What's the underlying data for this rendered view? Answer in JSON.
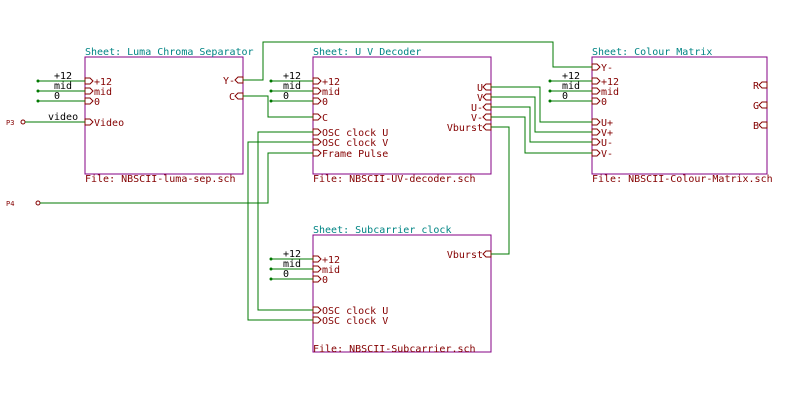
{
  "sheets": {
    "luma": {
      "title": "Sheet: Luma Chroma Separator",
      "file": "File: NBSCII-luma-sep.sch",
      "pin_plus12": "+12",
      "pin_mid": "mid",
      "pin_zero": "0",
      "pin_video": "Video",
      "pin_y": "Y-",
      "pin_c": "C"
    },
    "uv": {
      "title": "Sheet: U V Decoder",
      "file": "File: NBSCII-UV-decoder.sch",
      "pin_plus12": "+12",
      "pin_mid": "mid",
      "pin_zero": "0",
      "pin_c": "C",
      "pin_osc_u": "OSC clock U",
      "pin_osc_v": "OSC clock V",
      "pin_frame": "Frame Pulse",
      "pin_u": "U",
      "pin_v": "V",
      "pin_uneg": "U-",
      "pin_vneg": "V-",
      "pin_vburst": "Vburst"
    },
    "colour": {
      "title": "Sheet: Colour Matrix",
      "file": "File: NBSCII-Colour-Matrix.sch",
      "pin_y": "Y-",
      "pin_plus12": "+12",
      "pin_mid": "mid",
      "pin_zero": "0",
      "pin_upos": "U+",
      "pin_vpos": "V+",
      "pin_uneg": "U-",
      "pin_vneg": "V-",
      "pin_r": "R",
      "pin_g": "G",
      "pin_b": "B"
    },
    "sub": {
      "title": "Sheet: Subcarrier clock",
      "file": "File: NBSCII-Subcarrier.sch",
      "pin_plus12": "+12",
      "pin_mid": "mid",
      "pin_zero": "0",
      "pin_vburst": "Vburst",
      "pin_osc_u": "OSC clock U",
      "pin_osc_v": "OSC clock V"
    }
  },
  "labels": {
    "plus12": "+12",
    "mid": "mid",
    "zero": "0",
    "video": "video"
  },
  "connectors": {
    "p3": "P3",
    "p4": "P4"
  }
}
